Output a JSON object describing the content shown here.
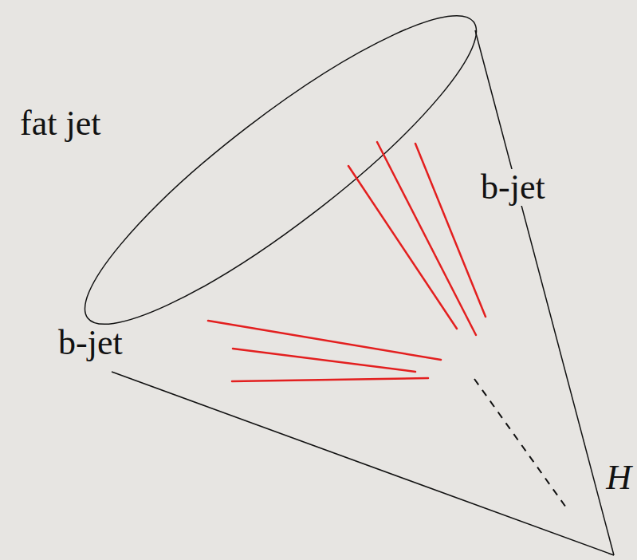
{
  "diagram": {
    "labels": [
      "fat jet",
      "b-jet",
      "b-jet",
      "H"
    ]
  }
}
